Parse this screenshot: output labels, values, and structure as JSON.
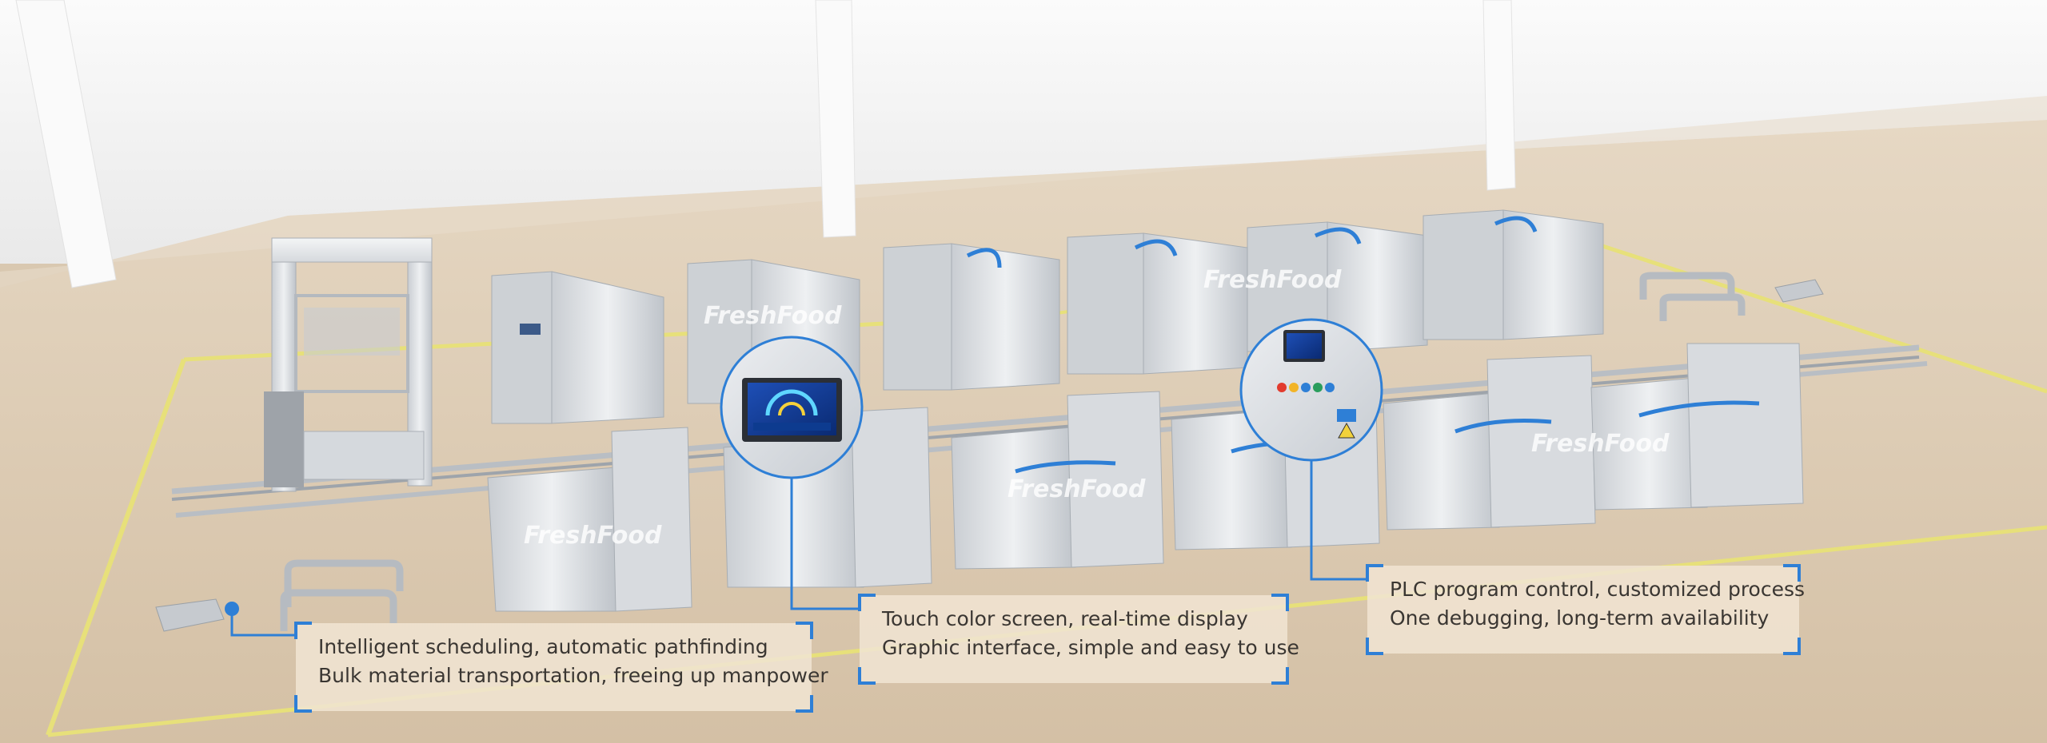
{
  "brand": {
    "watermark": "FreshFood",
    "accent_color": "#2e7fd6",
    "floor_color": "#d9c8b0",
    "wall_color": "#f3f3f3",
    "boundary_line_color": "#e7e07a"
  },
  "callouts": [
    {
      "id": "agv",
      "line1": "Intelligent scheduling, automatic pathfinding",
      "line2": "Bulk material transportation, freeing up manpower"
    },
    {
      "id": "touch-screen",
      "line1": "Touch color screen, real-time display",
      "line2": "Graphic interface, simple and easy to use"
    },
    {
      "id": "plc",
      "line1": "PLC program control, customized process",
      "line2": "One debugging, long-term availability"
    }
  ],
  "icons": [
    "agv-robot-icon",
    "touch-screen-icon",
    "control-panel-icon",
    "rail-icon"
  ]
}
